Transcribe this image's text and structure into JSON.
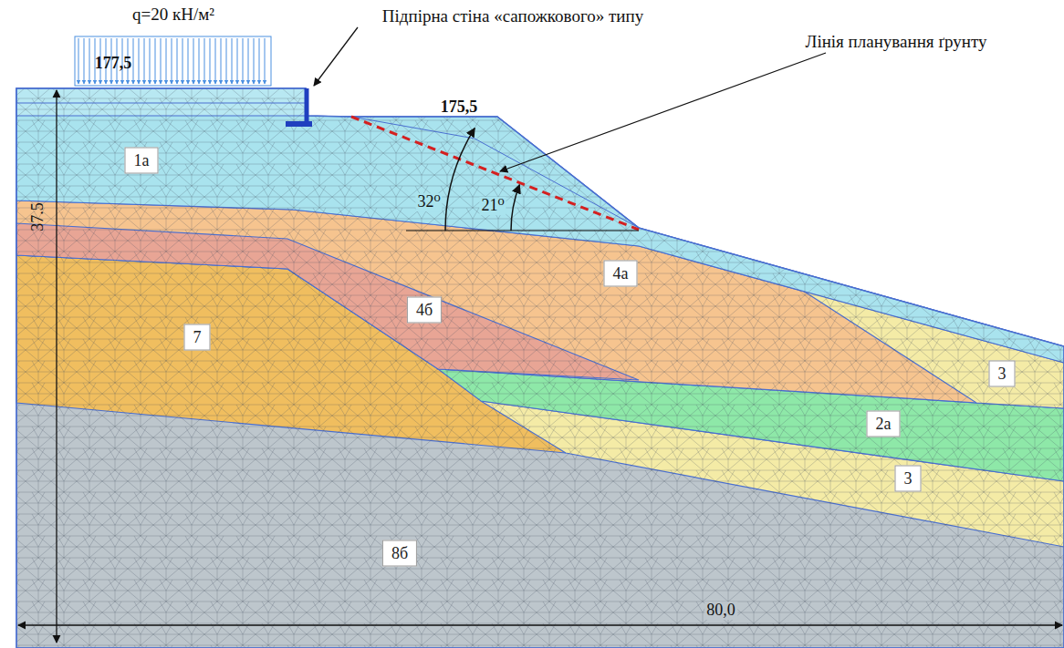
{
  "diagram": {
    "nodes": [
      {
        "text": [
          "1а"
        ]
      },
      {
        "text": [
          "7"
        ]
      },
      {
        "text": [
          "4б"
        ]
      },
      {
        "text": [
          "4а"
        ]
      },
      {
        "text": [
          "3"
        ]
      },
      {
        "text": [
          "2а"
        ]
      },
      {
        "text": [
          "3"
        ]
      },
      {
        "text": [
          "8б"
        ]
      }
    ],
    "labels": [
      "q=20 кН/м²",
      "177,5",
      "Підпірна стіна «сапожкового» типу",
      "175,5",
      "Лінія планування ґрунту",
      "32⁰",
      "21⁰",
      "37.5",
      "80,0"
    ]
  }
}
